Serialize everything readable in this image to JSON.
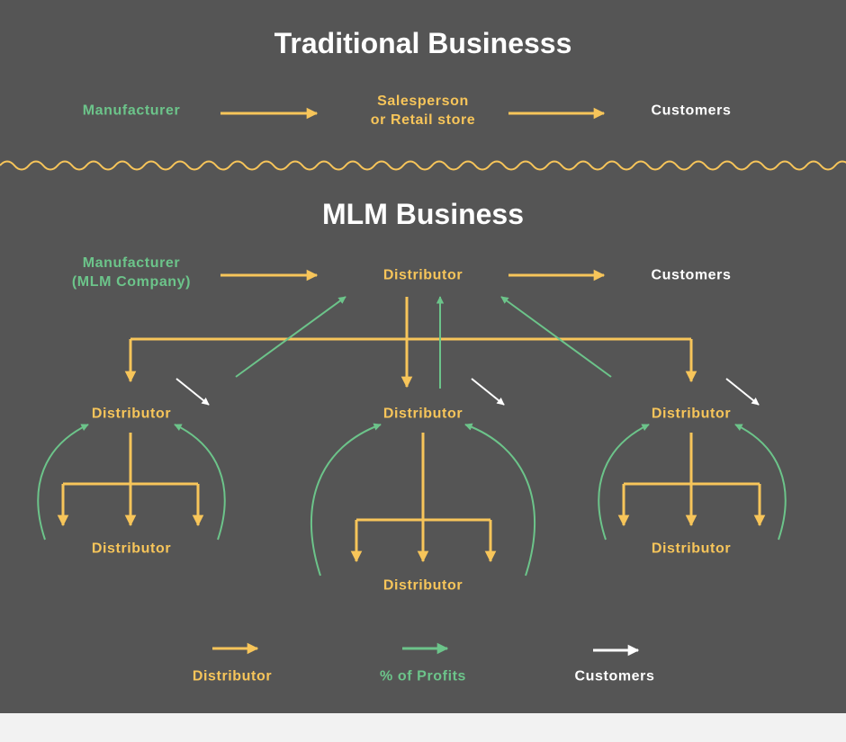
{
  "colors": {
    "background": "#555555",
    "distributor": "#f7c55a",
    "profits": "#6cc48a",
    "customers": "#ffffff"
  },
  "traditional": {
    "title": "Traditional Businesss",
    "manufacturer": "Manufacturer",
    "salesperson": "Salesperson\nor Retail store",
    "customers": "Customers"
  },
  "mlm": {
    "title": "MLM Business",
    "manufacturer": "Manufacturer\n(MLM Company)",
    "top_distributor": "Distributor",
    "customers": "Customers",
    "left_distributor": "Distributor",
    "center_distributor": "Distributor",
    "right_distributor": "Distributor",
    "left_sub_distributor": "Distributor",
    "center_sub_distributor": "Distributor",
    "right_sub_distributor": "Distributor"
  },
  "legend": {
    "distributor": "Distributor",
    "profits": "% of Profits",
    "customers": "Customers"
  }
}
